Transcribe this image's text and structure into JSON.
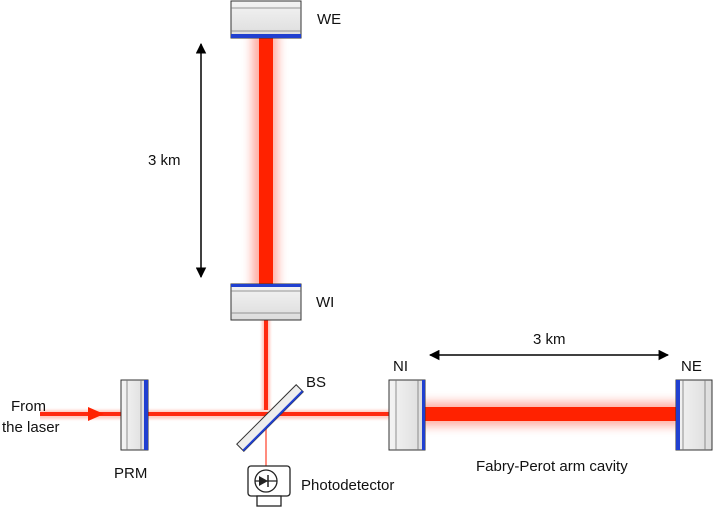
{
  "labels": {
    "we": "WE",
    "wi": "WI",
    "ni": "NI",
    "ne": "NE",
    "bs": "BS",
    "prm": "PRM",
    "photodetector": "Photodetector",
    "from_line1": "From",
    "from_line2": "the laser",
    "west_arm_length": "3 km",
    "north_arm_length": "3 km",
    "cavity": "Fabry-Perot arm cavity"
  },
  "colors": {
    "beam": "#ff2200",
    "coating": "#2040d0",
    "outline": "#333333"
  }
}
